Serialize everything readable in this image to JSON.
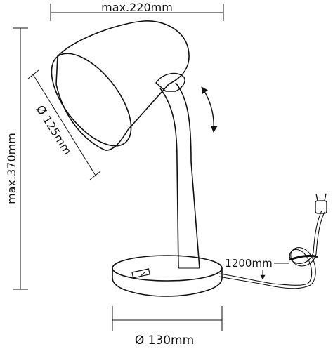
{
  "dimensions": {
    "width_label": "max.220mm",
    "height_label": "max.370mm",
    "shade_diameter_label": "Ø 125mm",
    "base_diameter_label": "Ø 130mm",
    "cable_length_label": "1200mm"
  },
  "colors": {
    "line": "#111111",
    "background": "#ffffff"
  }
}
